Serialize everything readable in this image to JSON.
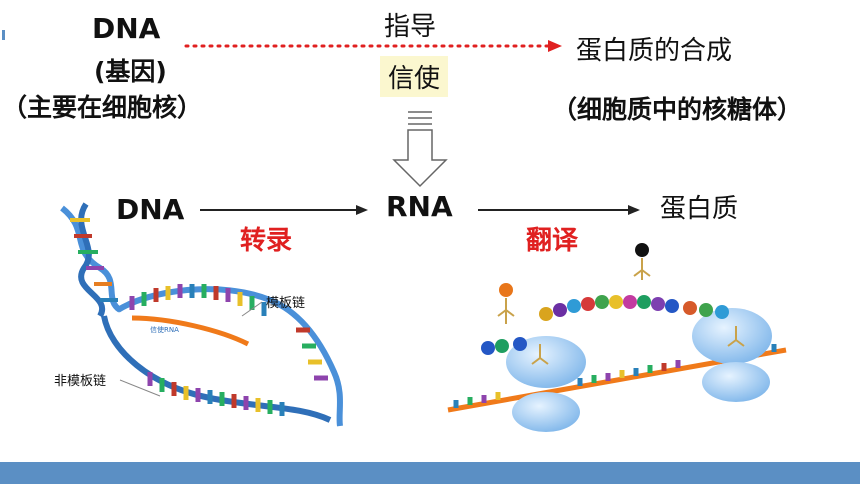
{
  "top": {
    "dna": "DNA",
    "gene": "(基因)",
    "nucleus": "（主要在细胞核）",
    "guide": "指导",
    "messenger": "信使",
    "synthesis": "蛋白质的合成",
    "ribosome": "（细胞质中的核糖体）"
  },
  "flow": {
    "dna": "DNA",
    "transcription": "转录",
    "rna": "RNA",
    "translation": "翻译",
    "protein": "蛋白质"
  },
  "labels": {
    "template_strand": "模板链",
    "non_template_strand": "非模板链"
  },
  "colors": {
    "dotted_arrow": "#e02020",
    "accent_red": "#e02020",
    "footer": "#5b8fc4",
    "mrna": "#f07a1a",
    "dna_backbone": "#4a90d9",
    "ribosome": "#9cc8f0"
  }
}
